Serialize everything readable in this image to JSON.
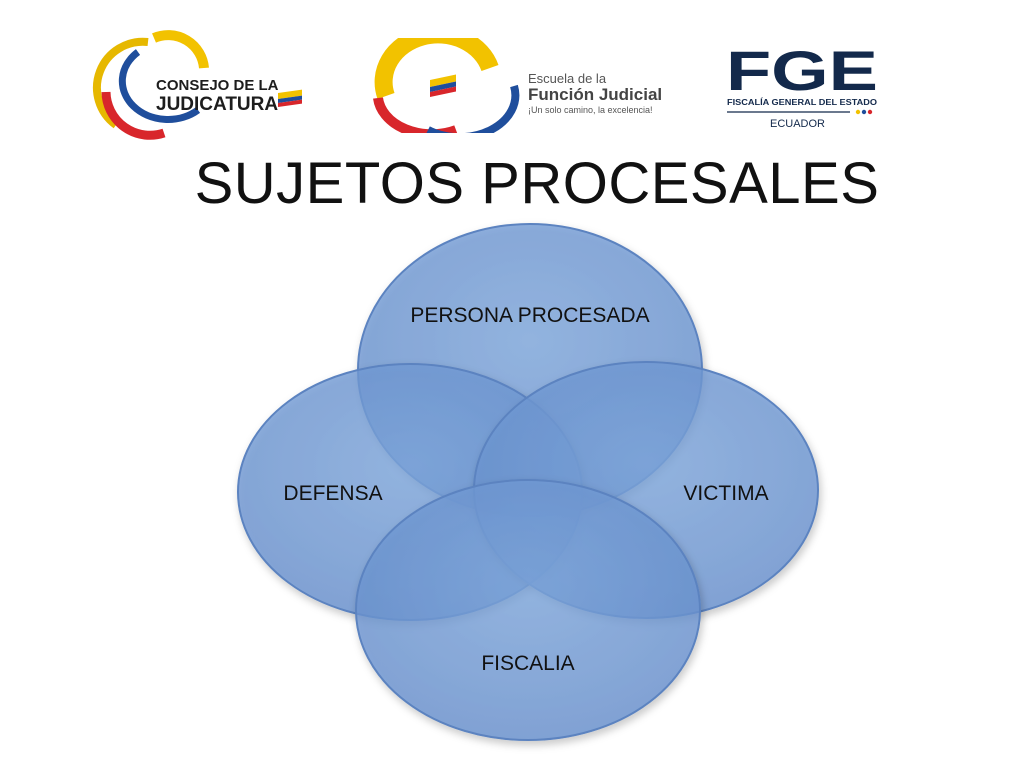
{
  "slide": {
    "title": "SUJETOS PROCESALES"
  },
  "logos": {
    "consejo": {
      "line1": "CONSEJO DE LA",
      "line2": "JUDICATURA",
      "icon": "consejo-judicatura-logo"
    },
    "escuela": {
      "line1": "Escuela de la",
      "line2": "Función Judicial",
      "line3": "¡Un solo camino, la excelencia!",
      "icon": "escuela-funcion-judicial-logo"
    },
    "fge": {
      "acronym": "FGE",
      "line1": "FISCALÍA GENERAL DEL ESTADO",
      "line2": "ECUADOR",
      "icon": "fge-logo"
    }
  },
  "diagram": {
    "nodes": [
      {
        "id": "top",
        "label": "PERSONA PROCESADA"
      },
      {
        "id": "left",
        "label": "DEFENSA"
      },
      {
        "id": "right",
        "label": "VICTIMA"
      },
      {
        "id": "bottom",
        "label": "FISCALIA"
      }
    ],
    "colors": {
      "fill": "#6f9bd6",
      "stroke": "#5b83c0"
    }
  }
}
